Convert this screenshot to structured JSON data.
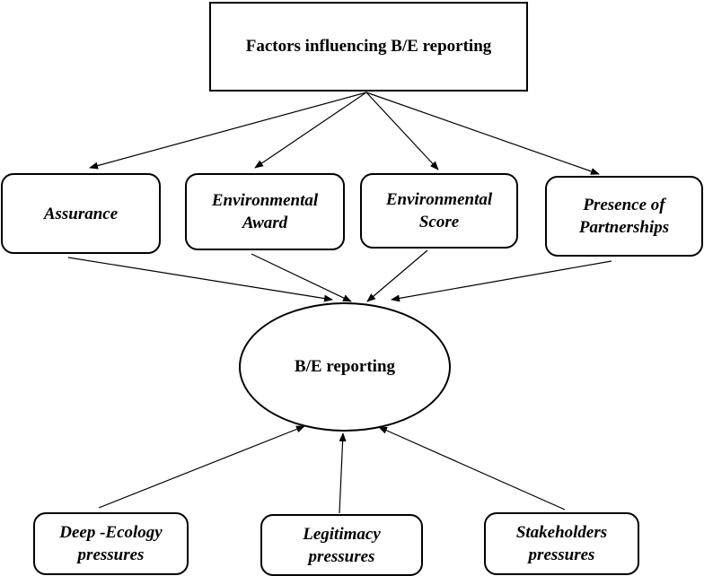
{
  "title": "Factors influencing B/E reporting",
  "factors": [
    {
      "line1": "Assurance",
      "line2": ""
    },
    {
      "line1": "Environmental",
      "line2": "Award"
    },
    {
      "line1": "Environmental",
      "line2": "Score"
    },
    {
      "line1": "Presence of",
      "line2": "Partnerships"
    }
  ],
  "center": "B/E reporting",
  "pressures": [
    {
      "line1": "Deep -Ecology",
      "line2": "pressures"
    },
    {
      "line1": "Legitimacy",
      "line2": "pressures"
    },
    {
      "line1": "Stakeholders",
      "line2": "pressures"
    }
  ]
}
